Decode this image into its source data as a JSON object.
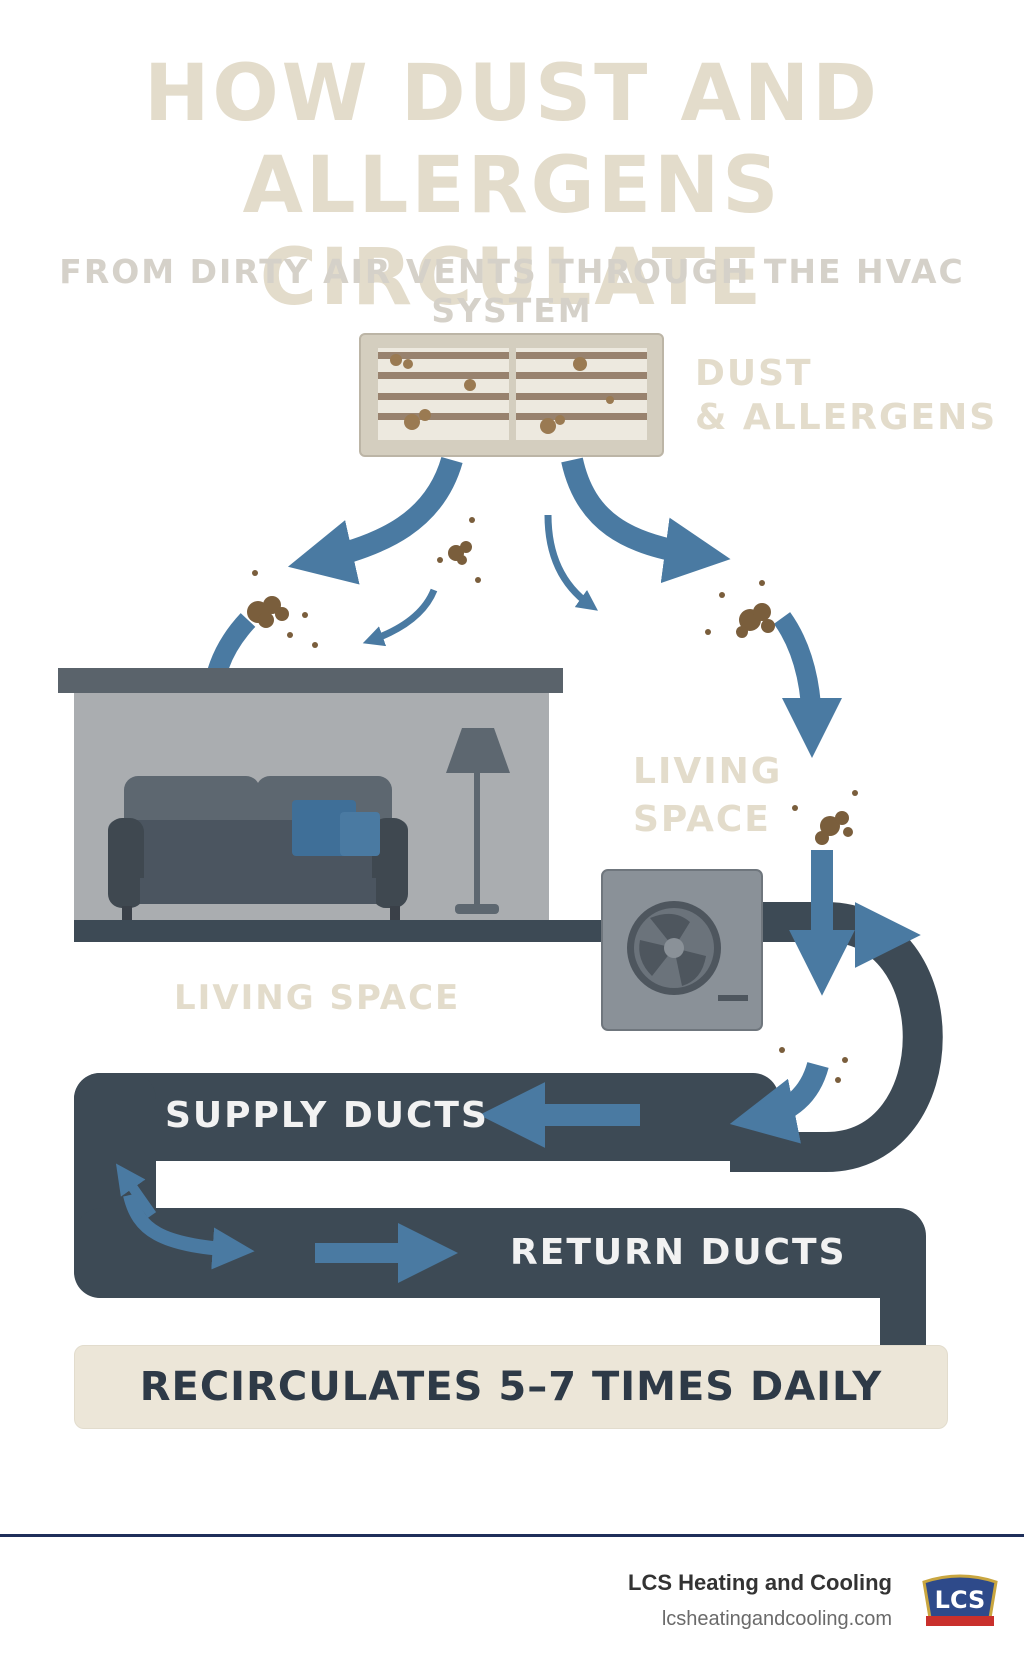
{
  "header": {
    "title_line1": "HOW DUST AND",
    "title_line2": "ALLERGENS CIRCULATE",
    "subtitle": "FROM DIRTY AIR VENTS THROUGH THE HVAC SYSTEM"
  },
  "labels": {
    "dust_line1": "DUST",
    "dust_line2": "& ALLERGENS",
    "living_right_line1": "LIVING",
    "living_right_line2": "SPACE",
    "living_left": "LIVING SPACE",
    "supply": "SUPPLY DUCTS",
    "return": "RETURN DUCTS"
  },
  "banner": {
    "text": "RECIRCULATES 5–7 TIMES DAILY"
  },
  "footer": {
    "brand": "LCS Heating and Cooling",
    "url": "lcsheatingandcooling.com",
    "logo_text": "LCS"
  },
  "colors": {
    "title": "#e3dccb",
    "arrow_blue": "#4a7aa2",
    "duct": "#3d4a55",
    "dust": "#7a5e3c",
    "banner": "#ece6d8",
    "footer_rule": "#1f2f5a"
  },
  "icons": [
    "vent-grille-icon",
    "sofa-icon",
    "floor-lamp-icon",
    "hvac-unit-icon",
    "airflow-arrow-icon",
    "dust-particle-icon"
  ]
}
